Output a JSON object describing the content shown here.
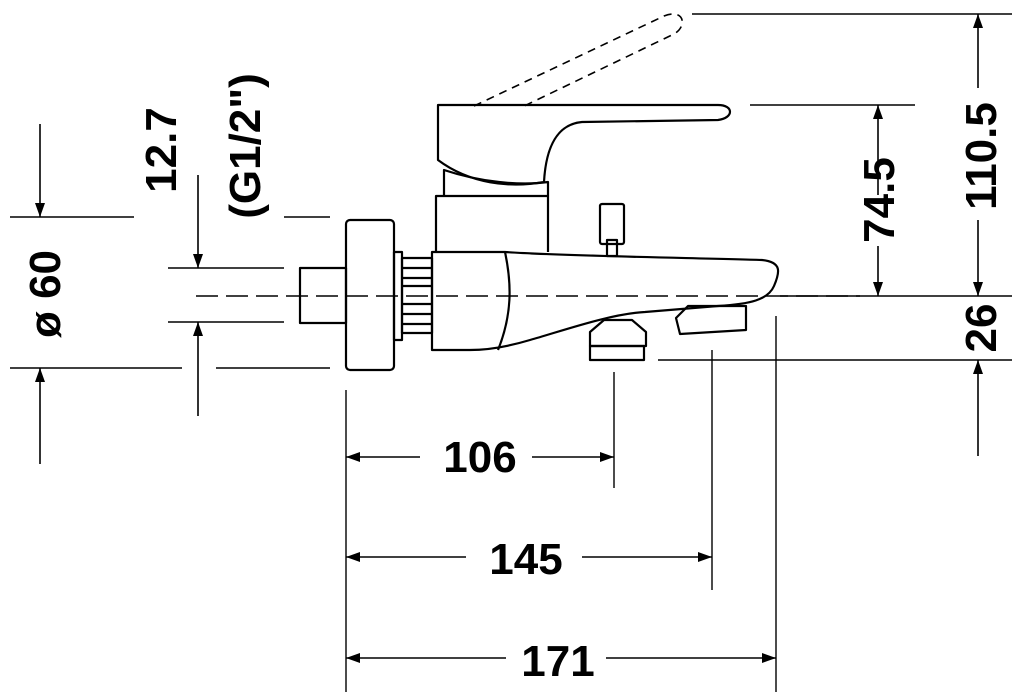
{
  "drawing": {
    "labels": {
      "diameter": "ø 60",
      "offset": "12.7",
      "thread": "(G1/2\")",
      "outlet_height": "74.5",
      "total_height": "110.5",
      "bottom_height": "26",
      "width_106": "106",
      "width_145": "145",
      "width_171": "171"
    },
    "colors": {
      "line": "#000000",
      "background": "#ffffff"
    }
  }
}
